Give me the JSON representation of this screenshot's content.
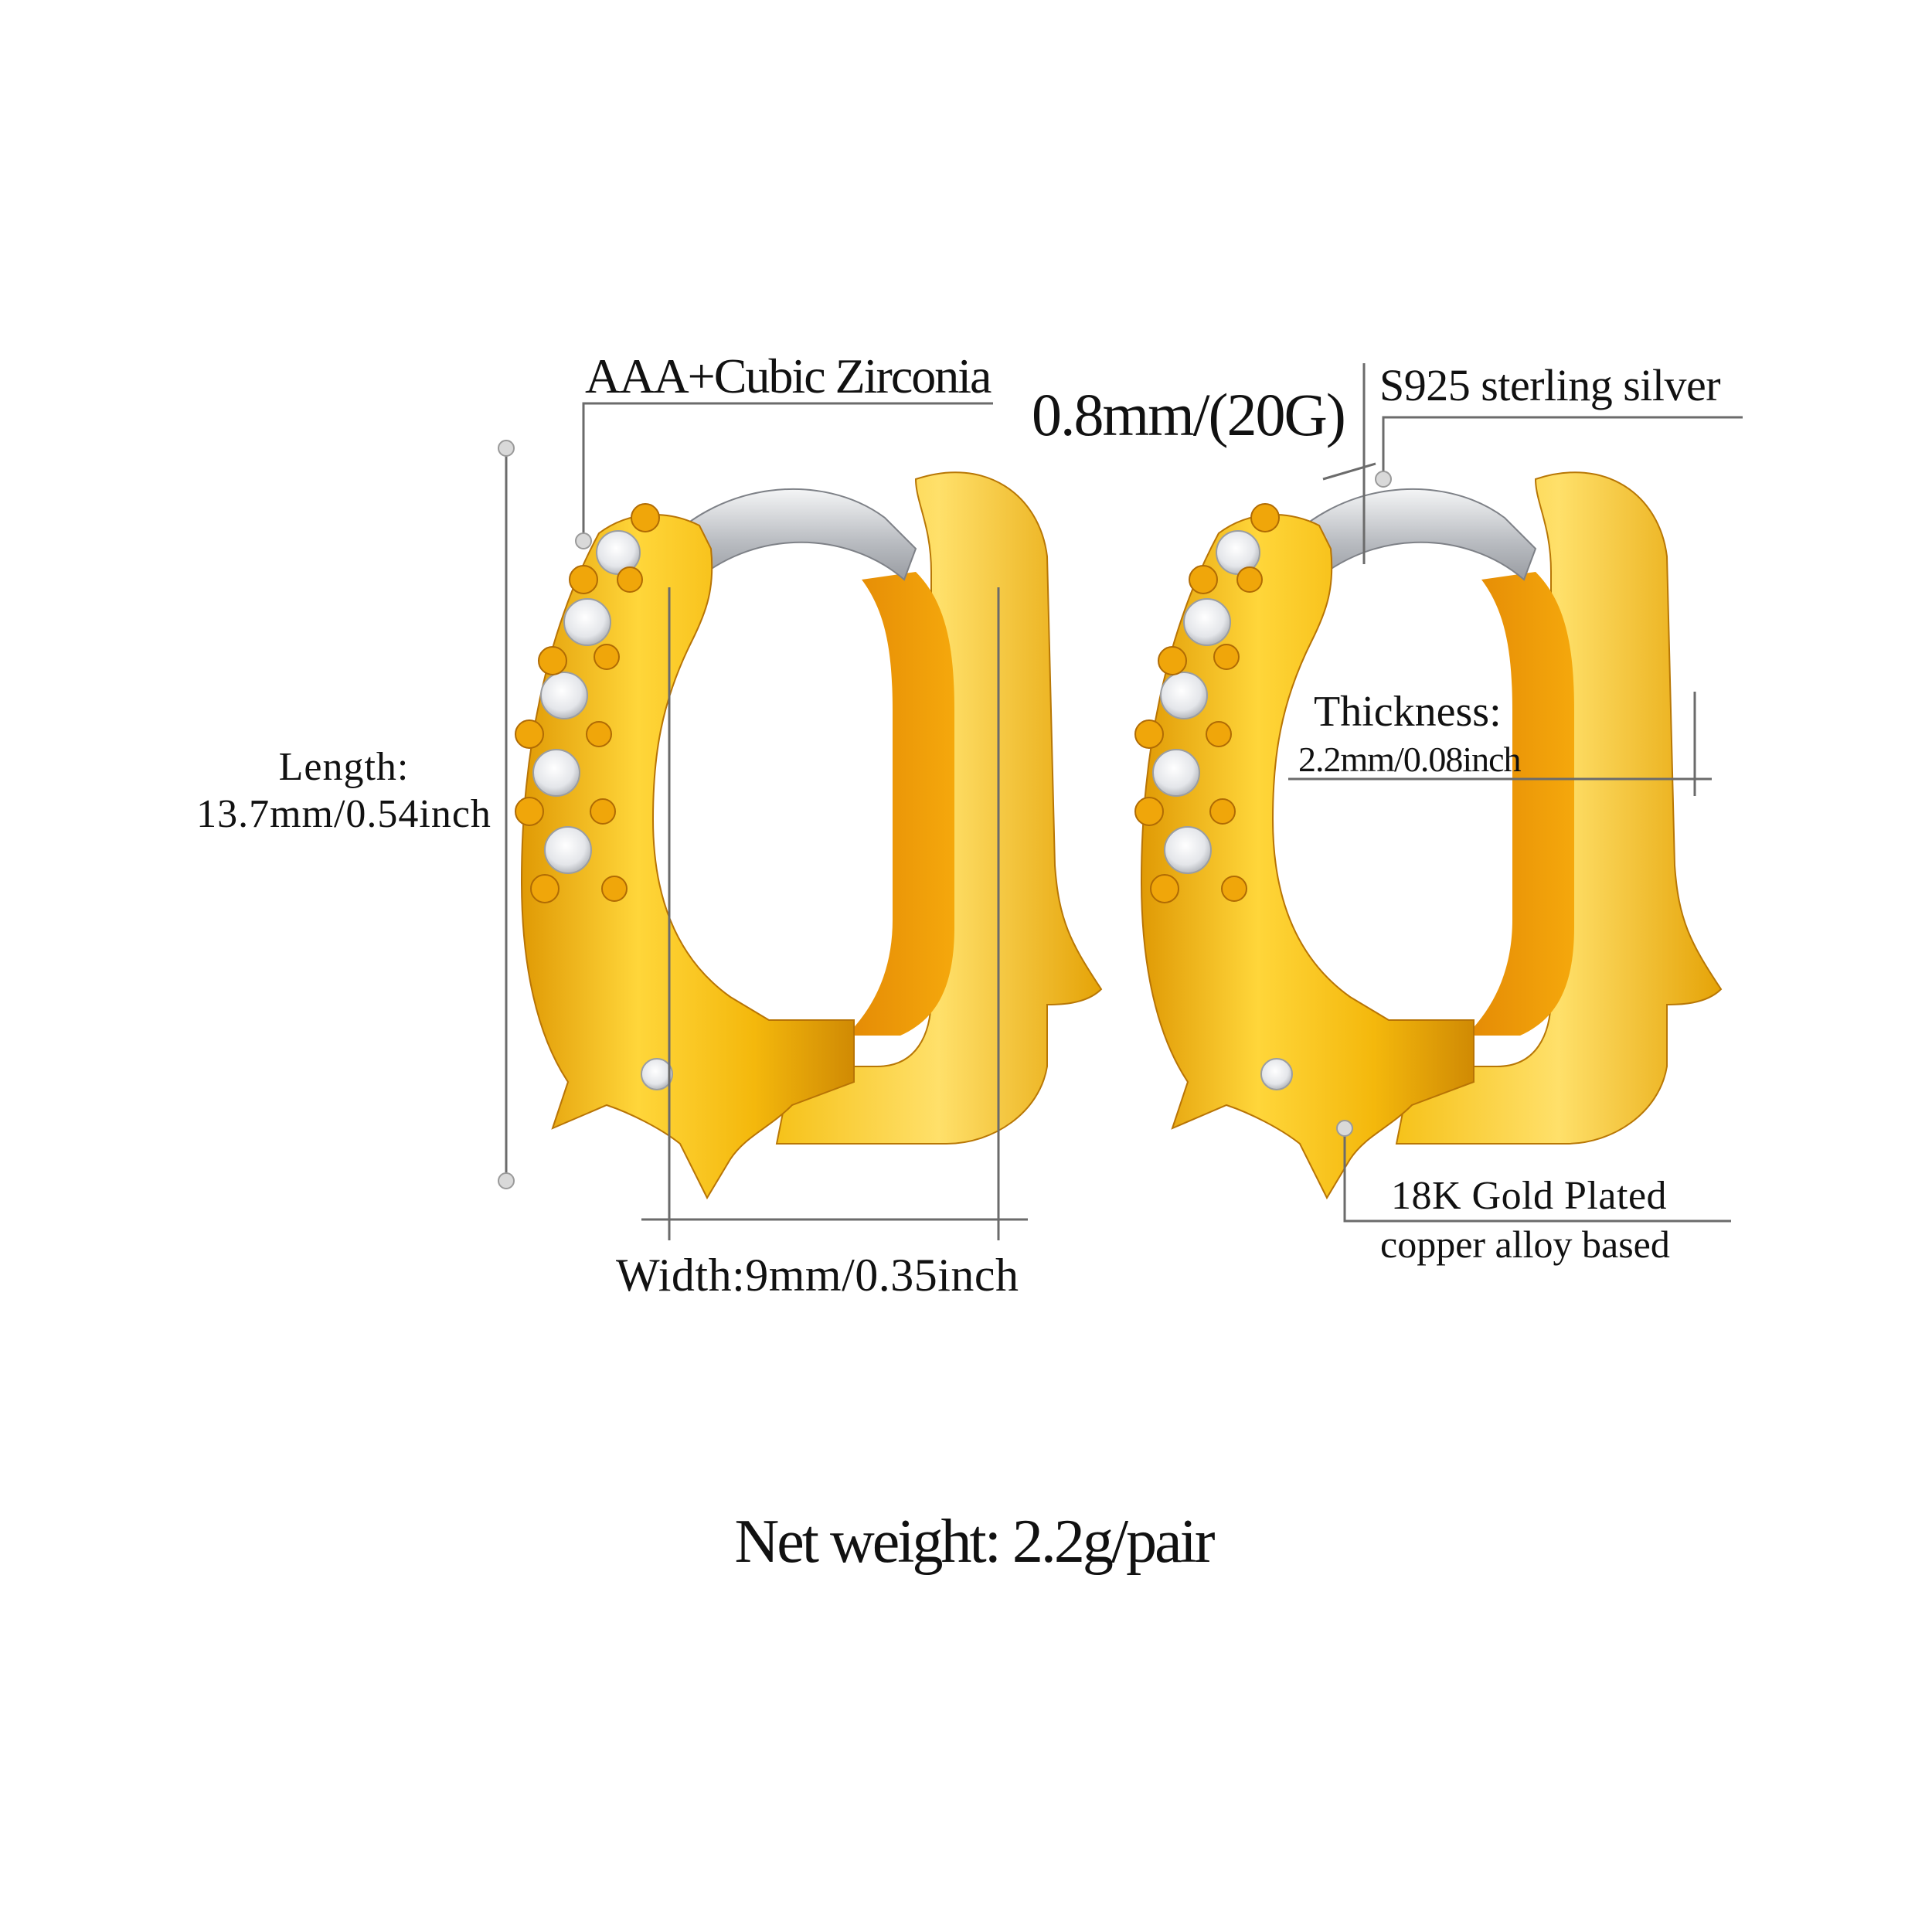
{
  "product": {
    "type": "huggie hoop earrings (pair)",
    "colors": {
      "gold": "#f2b409",
      "gold_dark": "#c77a04",
      "gold_light": "#ffd84a",
      "silver": "#cfd2d6",
      "line": "#6b6b6b",
      "background": "#ffffff"
    }
  },
  "annotations": {
    "stone": "AAA+Cubic Zirconia",
    "gauge": "0.8mm/(20G)",
    "post_material": "S925 sterling silver",
    "length_label": "Length:",
    "length_value": "13.7mm/0.54inch",
    "thickness_label": "Thickness:",
    "thickness_value": "2.2mm/0.08inch",
    "width": "Width:9mm/0.35inch",
    "plating": "18K Gold Plated",
    "base_material": "copper alloy based",
    "net_weight": "Net weight: 2.2g/pair"
  }
}
